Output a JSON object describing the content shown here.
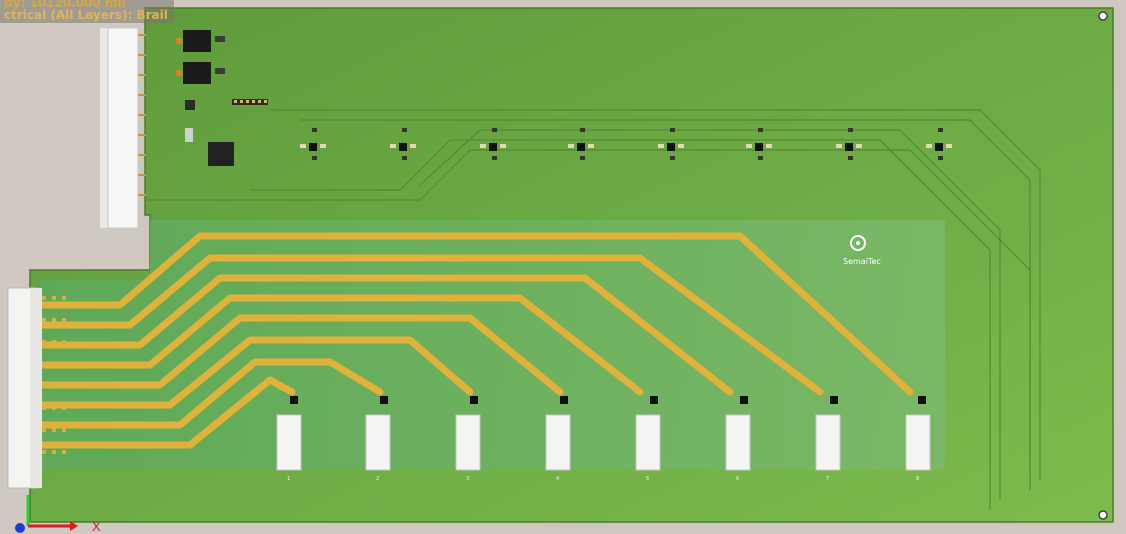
{
  "status": {
    "delta_y": "dy: 10120.000 mil",
    "layer_mode": "ctrical (All Layers): Brail"
  },
  "axes": {
    "x_label": "X"
  },
  "board": {
    "logo_text": "SemaiTec",
    "connector_labels": [
      "1",
      "2",
      "3",
      "4",
      "5",
      "6",
      "7",
      "8"
    ]
  },
  "colors": {
    "background": "#cfc9c2",
    "board_edge": "#6a9e3c",
    "board_light": "#7cb650",
    "board_mid": "#69a444",
    "board_pour": "#74b565",
    "trace": "#e0b23a"
  }
}
